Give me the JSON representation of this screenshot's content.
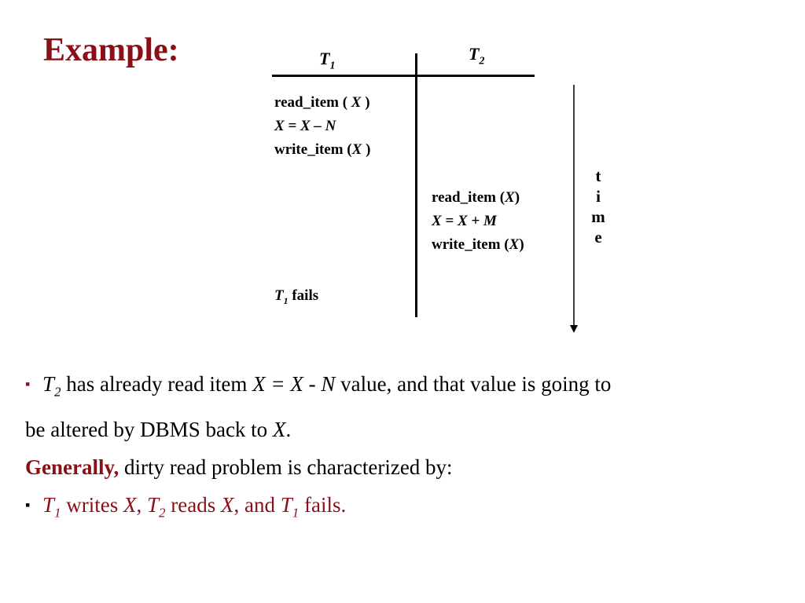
{
  "title": "Example:",
  "schedule": {
    "t1_header": {
      "base": "T",
      "sub": "1"
    },
    "t2_header": {
      "base": "T",
      "sub": "2"
    },
    "t1_ops": [
      {
        "prefix": "read_item ( ",
        "var": "X",
        "suffix": " )"
      },
      {
        "line": "X = X – N"
      },
      {
        "prefix": "write_item (",
        "var": "X",
        "suffix": " )"
      }
    ],
    "t2_ops": [
      {
        "prefix": "read_item (",
        "var": "X",
        "suffix": ")"
      },
      {
        "line": "X = X + M"
      },
      {
        "prefix": "write_item (",
        "var": "X",
        "suffix": ")"
      }
    ],
    "t1_fail": {
      "base": "T",
      "sub": "1",
      "text": " fails"
    },
    "time_letters": [
      "t",
      "i",
      "m",
      "e"
    ]
  },
  "explanation": {
    "bullet": "▪",
    "line1": {
      "t_base": "T",
      "t_sub": "2",
      "text_a": " has already read item ",
      "expr": "X = X",
      "text_b": " - ",
      "n": "N",
      "text_c": " value, and that value is going to"
    },
    "line2": {
      "text": "be altered by DBMS back to ",
      "var": "X",
      "end": "."
    },
    "line3": {
      "bold": "Generally,",
      "text": " dirty read problem is characterized by:"
    },
    "line4": {
      "t1_base": "T",
      "t1_sub": "1",
      "writes": " writes ",
      "x1": "X",
      "comma1": ", ",
      "t2_base": "T",
      "t2_sub": "2",
      "reads": " reads ",
      "x2": "X",
      "and": ", and ",
      "t3_base": "T",
      "t3_sub": "1",
      "fails": " fails."
    }
  },
  "colors": {
    "accent": "#8b0f16",
    "text": "#000000"
  }
}
